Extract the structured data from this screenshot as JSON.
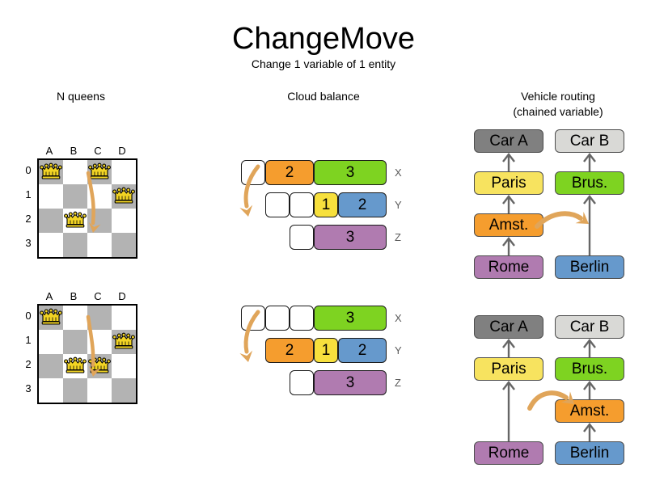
{
  "header": {
    "title": "ChangeMove",
    "subtitle": "Change 1 variable of 1 entity"
  },
  "sections": {
    "nqueens": {
      "title": "N queens"
    },
    "cloud": {
      "title": "Cloud balance"
    },
    "routing": {
      "title_line1": "Vehicle routing",
      "title_line2": "(chained variable)"
    }
  },
  "nqueens": {
    "files": [
      "A",
      "B",
      "C",
      "D"
    ],
    "ranks": [
      "0",
      "1",
      "2",
      "3"
    ],
    "before": {
      "queens": [
        {
          "file": 0,
          "rank": 0
        },
        {
          "file": 2,
          "rank": 0
        },
        {
          "file": 3,
          "rank": 1
        },
        {
          "file": 1,
          "rank": 2
        }
      ],
      "move_arrow": {
        "from_file": 2,
        "from_rank": 0,
        "to_file": 2,
        "to_rank": 2
      }
    },
    "after": {
      "queens": [
        {
          "file": 0,
          "rank": 0
        },
        {
          "file": 3,
          "rank": 1
        },
        {
          "file": 1,
          "rank": 2
        },
        {
          "file": 2,
          "rank": 2
        }
      ],
      "move_arrow": {
        "from_file": 2,
        "from_rank": 0,
        "to_file": 2,
        "to_rank": 2
      }
    }
  },
  "cloud_balance": {
    "row_labels": [
      "X",
      "Y",
      "Z"
    ],
    "before": {
      "rows": [
        {
          "label": "X",
          "segments": [
            {
              "value": "",
              "color": "#ffffff",
              "units": 1
            },
            {
              "value": "2",
              "color": "#f59d2e",
              "units": 2
            },
            {
              "value": "3",
              "color": "#7ed321",
              "units": 3
            }
          ]
        },
        {
          "label": "Y",
          "segments": [
            {
              "value": "",
              "color": "#ffffff",
              "units": 1
            },
            {
              "value": "",
              "color": "#ffffff",
              "units": 1
            },
            {
              "value": "1",
              "color": "#f7e03d",
              "units": 1
            },
            {
              "value": "2",
              "color": "#6699cc",
              "units": 2
            }
          ]
        },
        {
          "label": "Z",
          "segments": [
            {
              "value": "",
              "color": "#ffffff",
              "units": 1
            },
            {
              "value": "3",
              "color": "#b07bb0",
              "units": 3
            }
          ]
        }
      ]
    },
    "after": {
      "rows": [
        {
          "label": "X",
          "segments": [
            {
              "value": "",
              "color": "#ffffff",
              "units": 1
            },
            {
              "value": "",
              "color": "#ffffff",
              "units": 1
            },
            {
              "value": "",
              "color": "#ffffff",
              "units": 1
            },
            {
              "value": "3",
              "color": "#7ed321",
              "units": 3
            }
          ]
        },
        {
          "label": "Y",
          "segments": [
            {
              "value": "2",
              "color": "#f59d2e",
              "units": 2
            },
            {
              "value": "1",
              "color": "#f7e03d",
              "units": 1
            },
            {
              "value": "2",
              "color": "#6699cc",
              "units": 2
            }
          ]
        },
        {
          "label": "Z",
          "segments": [
            {
              "value": "",
              "color": "#ffffff",
              "units": 1
            },
            {
              "value": "3",
              "color": "#b07bb0",
              "units": 3
            }
          ]
        }
      ]
    }
  },
  "vehicle_routing": {
    "before": {
      "nodes": [
        {
          "id": "carA",
          "label": "Car A",
          "color": "#808080",
          "col": 0,
          "row": 0
        },
        {
          "id": "paris",
          "label": "Paris",
          "color": "#f7e35f",
          "col": 0,
          "row": 1
        },
        {
          "id": "amst",
          "label": "Amst.",
          "color": "#f59d2e",
          "col": 0,
          "row": 2
        },
        {
          "id": "rome",
          "label": "Rome",
          "color": "#b07bb0",
          "col": 0,
          "row": 3
        },
        {
          "id": "carB",
          "label": "Car B",
          "color": "#d9d9d6",
          "col": 1,
          "row": 0
        },
        {
          "id": "brus",
          "label": "Brus.",
          "color": "#7ed321",
          "col": 1,
          "row": 1
        },
        {
          "id": "berlin",
          "label": "Berlin",
          "color": "#6699cc",
          "col": 1,
          "row": 3
        }
      ],
      "chains": [
        [
          "rome",
          "amst",
          "paris",
          "carA"
        ],
        [
          "berlin",
          "brus",
          "carB"
        ]
      ],
      "move_arrow": {
        "from": "amst",
        "to": "right"
      }
    },
    "after": {
      "nodes": [
        {
          "id": "carA",
          "label": "Car A",
          "color": "#808080",
          "col": 0,
          "row": 0
        },
        {
          "id": "paris",
          "label": "Paris",
          "color": "#f7e35f",
          "col": 0,
          "row": 1
        },
        {
          "id": "rome",
          "label": "Rome",
          "color": "#b07bb0",
          "col": 0,
          "row": 3
        },
        {
          "id": "carB",
          "label": "Car B",
          "color": "#d9d9d6",
          "col": 1,
          "row": 0
        },
        {
          "id": "brus",
          "label": "Brus.",
          "color": "#7ed321",
          "col": 1,
          "row": 1
        },
        {
          "id": "amst",
          "label": "Amst.",
          "color": "#f59d2e",
          "col": 1,
          "row": 2
        },
        {
          "id": "berlin",
          "label": "Berlin",
          "color": "#6699cc",
          "col": 1,
          "row": 3
        }
      ],
      "chains": [
        [
          "rome",
          "paris",
          "carA"
        ],
        [
          "berlin",
          "amst",
          "brus",
          "carB"
        ]
      ],
      "move_arrow": {
        "from": "left",
        "to": "amst"
      }
    }
  },
  "colors": {
    "arrow": "#e0a55a",
    "arrow_light": "#e5bd86",
    "chain_line": "#666666",
    "board_dark": "#b3b3b3",
    "board_light": "#ffffff",
    "queen_gold": "#f2d424",
    "label_gray": "#5b5b5b"
  }
}
